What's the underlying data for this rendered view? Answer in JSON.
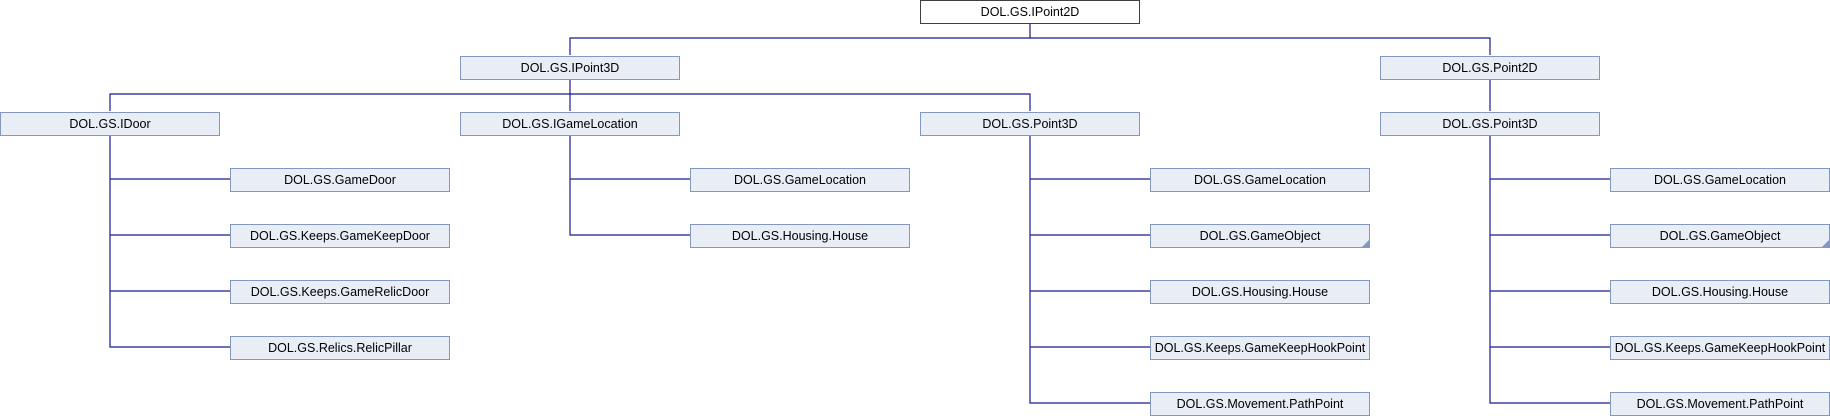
{
  "diagram": {
    "type": "class-inheritance-graph",
    "root": "DOL.GS.IPoint2D",
    "nodes": {
      "ipoint2d": "DOL.GS.IPoint2D",
      "ipoint3d": "DOL.GS.IPoint3D",
      "point2d": "DOL.GS.Point2D",
      "idoor": "DOL.GS.IDoor",
      "igamelocation": "DOL.GS.IGameLocation",
      "point3d_a": "DOL.GS.Point3D",
      "point3d_b": "DOL.GS.Point3D",
      "gamedoor": "DOL.GS.GameDoor",
      "gamekeepdoor": "DOL.GS.Keeps.GameKeepDoor",
      "gamerelicdoor": "DOL.GS.Keeps.GameRelicDoor",
      "relicpillar": "DOL.GS.Relics.RelicPillar",
      "gamelocation_a": "DOL.GS.GameLocation",
      "house_a": "DOL.GS.Housing.House",
      "gamelocation_b": "DOL.GS.GameLocation",
      "gameobject_b": "DOL.GS.GameObject",
      "house_b": "DOL.GS.Housing.House",
      "hookpoint_b": "DOL.GS.Keeps.GameKeepHookPoint",
      "pathpoint_b": "DOL.GS.Movement.PathPoint",
      "gamelocation_c": "DOL.GS.GameLocation",
      "gameobject_c": "DOL.GS.GameObject",
      "house_c": "DOL.GS.Housing.House",
      "hookpoint_c": "DOL.GS.Keeps.GameKeepHookPoint",
      "pathpoint_c": "DOL.GS.Movement.PathPoint"
    },
    "edges": [
      {
        "from": "ipoint3d",
        "to": "ipoint2d"
      },
      {
        "from": "point2d",
        "to": "ipoint2d"
      },
      {
        "from": "idoor",
        "to": "ipoint3d"
      },
      {
        "from": "igamelocation",
        "to": "ipoint3d"
      },
      {
        "from": "point3d_a",
        "to": "ipoint3d"
      },
      {
        "from": "point3d_b",
        "to": "point2d"
      },
      {
        "from": "gamedoor",
        "to": "idoor"
      },
      {
        "from": "gamekeepdoor",
        "to": "idoor"
      },
      {
        "from": "gamerelicdoor",
        "to": "idoor"
      },
      {
        "from": "relicpillar",
        "to": "idoor"
      },
      {
        "from": "gamelocation_a",
        "to": "igamelocation"
      },
      {
        "from": "house_a",
        "to": "igamelocation"
      },
      {
        "from": "gamelocation_b",
        "to": "point3d_a"
      },
      {
        "from": "gameobject_b",
        "to": "point3d_a"
      },
      {
        "from": "house_b",
        "to": "point3d_a"
      },
      {
        "from": "hookpoint_b",
        "to": "point3d_a"
      },
      {
        "from": "pathpoint_b",
        "to": "point3d_a"
      },
      {
        "from": "gamelocation_c",
        "to": "point3d_b"
      },
      {
        "from": "gameobject_c",
        "to": "point3d_b"
      },
      {
        "from": "house_c",
        "to": "point3d_b"
      },
      {
        "from": "hookpoint_c",
        "to": "point3d_b"
      },
      {
        "from": "pathpoint_c",
        "to": "point3d_b"
      }
    ],
    "colors": {
      "node_fill": "#e8edf6",
      "node_border": "#8497bf",
      "root_border": "#404040",
      "edge": "#1a1a8c"
    }
  }
}
